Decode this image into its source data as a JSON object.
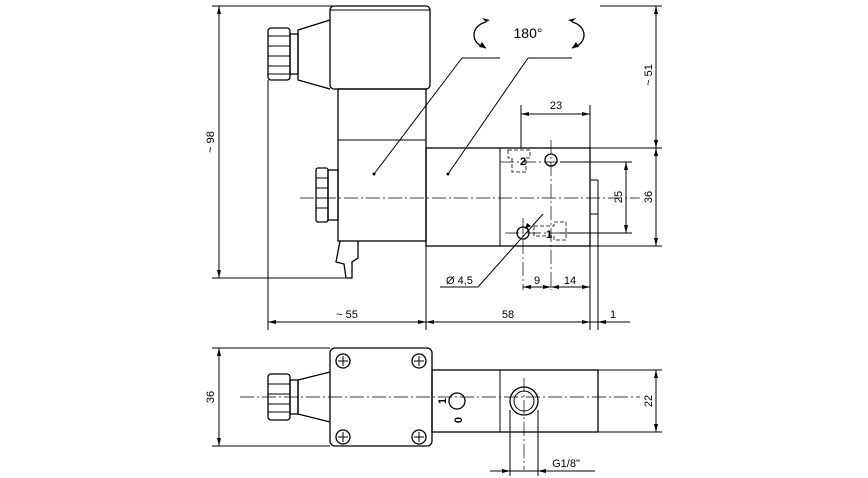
{
  "rotation_label": "180°",
  "dimensions": {
    "height_total": "~ 98",
    "height_top": "~ 51",
    "width_23": "23",
    "height_36_front": "36",
    "dist_25": "25",
    "width_left": "~ 55",
    "width_58": "58",
    "width_1": "1",
    "width_9": "9",
    "width_14": "14",
    "diameter": "Ø 4,5",
    "height_36_top": "36",
    "height_22": "22",
    "thread": "G1/8\""
  },
  "ports": {
    "port_2": "2",
    "port_1_front": "1",
    "port_1_top": "1",
    "port_0_top": "0"
  }
}
